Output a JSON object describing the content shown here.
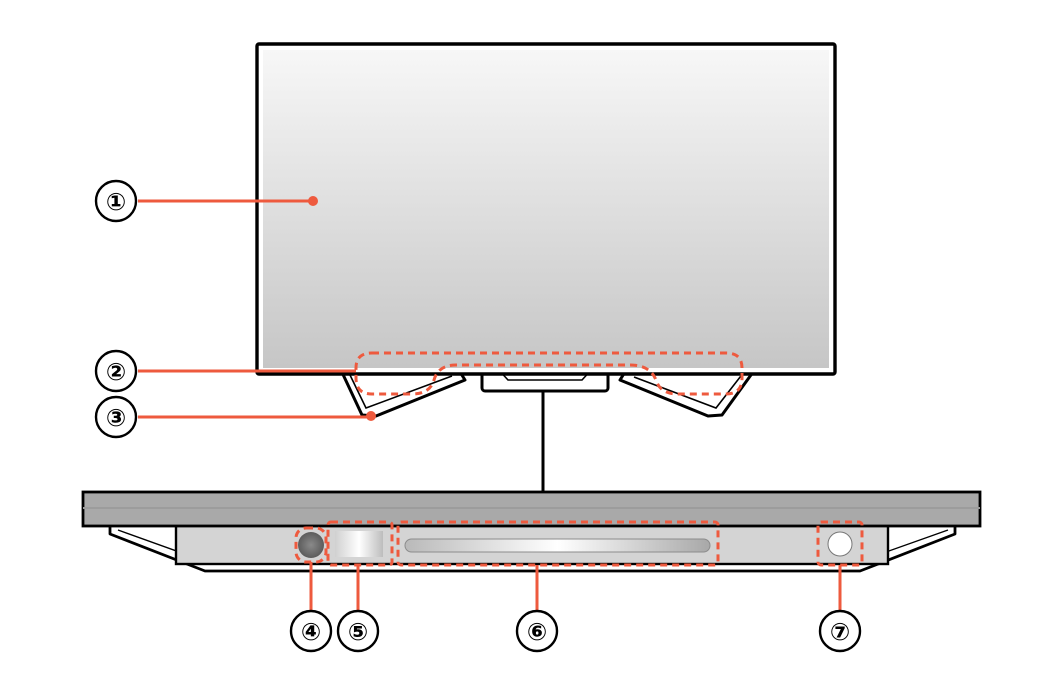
{
  "colors": {
    "callout_line": "#ee5a3e",
    "outline": "#000000",
    "screen_top": "#f7f7f7",
    "screen_bottom": "#c8c8c8",
    "unit_top": "#a9a9a9",
    "unit_body": "#d4d4d4"
  },
  "callouts": [
    {
      "id": "c1",
      "label": "①"
    },
    {
      "id": "c2",
      "label": "②"
    },
    {
      "id": "c3",
      "label": "③"
    },
    {
      "id": "c4",
      "label": "④"
    },
    {
      "id": "c5",
      "label": "⑤"
    },
    {
      "id": "c6",
      "label": "⑥"
    },
    {
      "id": "c7",
      "label": "⑦"
    }
  ]
}
